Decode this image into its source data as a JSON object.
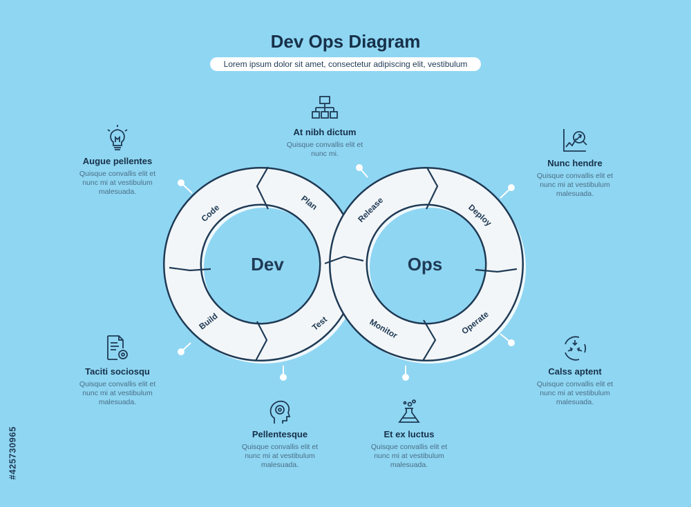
{
  "header": {
    "title": "Dev Ops Diagram",
    "subtitle": "Lorem ipsum dolor sit amet, consectetur adipiscing elit, vestibulum"
  },
  "diagram": {
    "left_center": "Dev",
    "right_center": "Ops",
    "segments": [
      "Code",
      "Plan",
      "Build",
      "Test",
      "Release",
      "Deploy",
      "Monitor",
      "Operate"
    ]
  },
  "blocks": {
    "top": {
      "heading": "At nibh dictum",
      "text": "Quisque convallis elit et\nnunc mi.",
      "icon": "hierarchy-icon"
    },
    "top_left": {
      "heading": "Augue pellentes",
      "text": "Quisque convallis elit et\nnunc mi at vestibulum\nmalesuada.",
      "icon": "lightbulb-icon"
    },
    "top_right": {
      "heading": "Nunc hendre",
      "text": "Quisque convallis elit et\nnunc mi at vestibulum\nmalesuada.",
      "icon": "chart-analysis-icon"
    },
    "bottom_left": {
      "heading": "Taciti sociosqu",
      "text": "Quisque convallis elit et\nnunc mi at vestibulum\nmalesuada.",
      "icon": "document-gear-icon"
    },
    "bottom_center_left": {
      "heading": "Pellentesque",
      "text": "Quisque convallis elit et\nnunc mi at vestibulum\nmalesuada.",
      "icon": "head-gear-icon"
    },
    "bottom_center_right": {
      "heading": "Et ex luctus",
      "text": "Quisque convallis elit et\nnunc mi at vestibulum\nmalesuada.",
      "icon": "flask-icon"
    },
    "bottom_right": {
      "heading": "Calss aptent",
      "text": "Quisque convallis elit et\nnunc mi at vestibulum\nmalesuada.",
      "icon": "focus-arrows-icon"
    }
  },
  "watermark": {
    "stock_id": "#425730965"
  },
  "colors": {
    "background": "#8fd6f2",
    "outline": "#1f3a55",
    "segment_fill": "#f3f6f8",
    "shadow": "#ffffff"
  }
}
